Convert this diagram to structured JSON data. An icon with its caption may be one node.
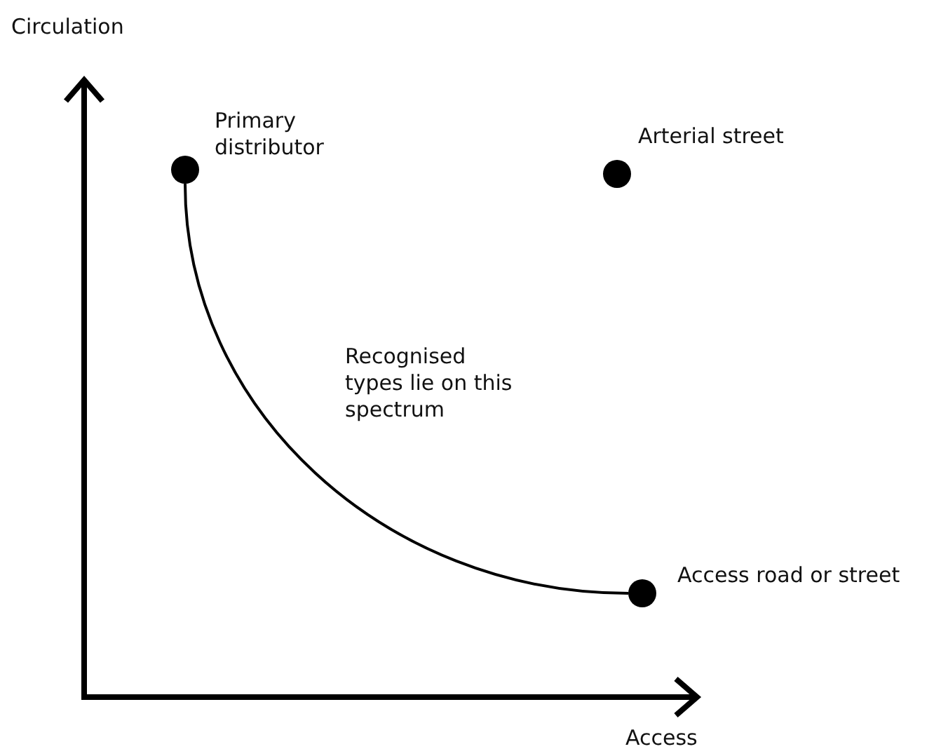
{
  "diagram": {
    "nodes": [
      {
        "text": [],
        "shape": "circle",
        "beside": [
          "Primary distributor"
        ]
      },
      {
        "text": [],
        "shape": "circle",
        "beside": [
          "Arterial street"
        ]
      },
      {
        "text": [],
        "shape": "circle",
        "beside": [
          "Access road or street"
        ]
      }
    ],
    "edges": [
      {
        "from": 0,
        "to": 2,
        "arrow": "none"
      }
    ],
    "labels": [
      "Circulation",
      "Recognised types lie on this spectrum",
      "Access"
    ]
  }
}
